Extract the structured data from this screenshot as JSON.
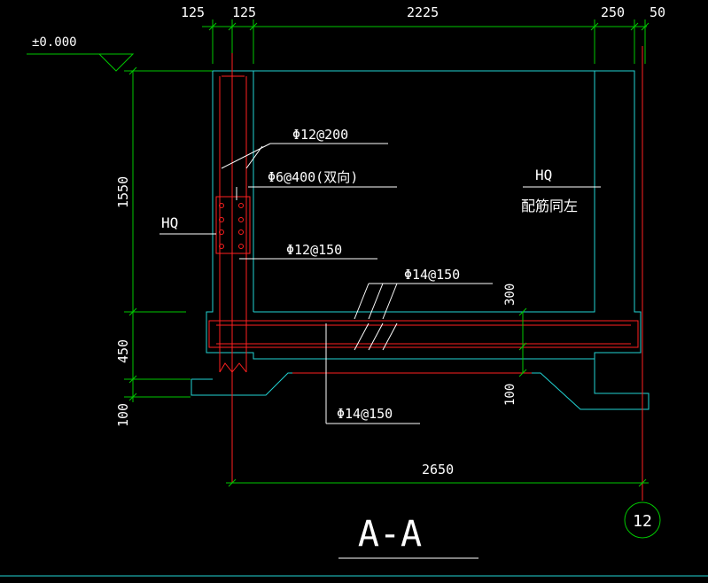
{
  "colors": {
    "background": "#000000",
    "dimension": "#00c800",
    "concrete": "#22d3d3",
    "rebar": "#ff2020",
    "text": "#ffffff"
  },
  "dimensions": {
    "top": [
      "125",
      "125",
      "2225",
      "250",
      "50"
    ],
    "left_vertical": [
      "1550",
      "450",
      "100"
    ],
    "inner": [
      "300",
      "100"
    ],
    "bottom": "2650"
  },
  "elevation": "±0.000",
  "labels": {
    "rebar_1": "Φ12@200",
    "rebar_2": "Φ6@400(双向)",
    "rebar_3": "Φ12@150",
    "rebar_4": "Φ14@150",
    "rebar_5": "Φ14@150",
    "wall_left": "HQ",
    "wall_right": "HQ",
    "wall_right_note": "配筋同左"
  },
  "axis_bubble": "12",
  "section_title": "A-A"
}
